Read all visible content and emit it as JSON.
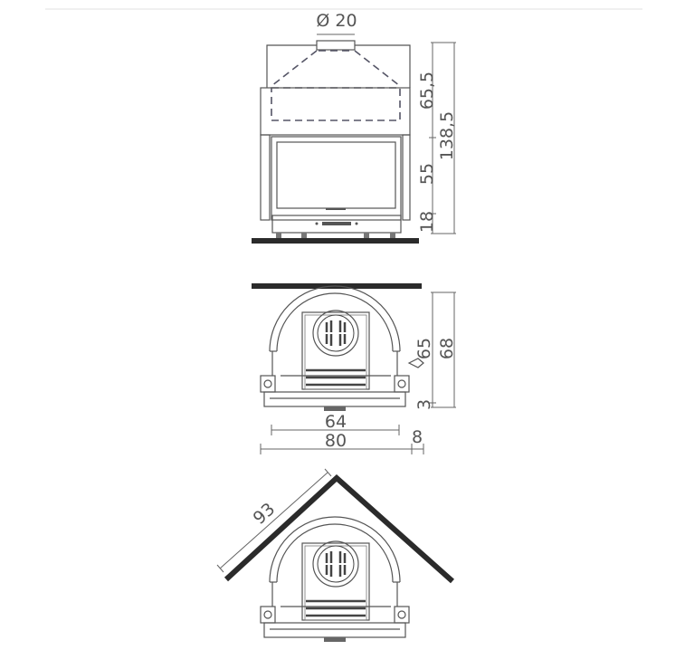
{
  "title": "Fireplace insert dimension drawing",
  "front_view": {
    "flue_diameter": "Ø 20",
    "dims": {
      "hood": "65,5",
      "total_height": "138,5",
      "door": "55",
      "base": "18"
    }
  },
  "top_view": {
    "dims": {
      "inner_width": "64",
      "outer_width": "80",
      "side": "8",
      "depth": "68",
      "offset": "65",
      "gap": "3"
    }
  },
  "corner_view": {
    "dims": {
      "diagonal": "93"
    }
  },
  "colors": {
    "line": "#555555",
    "wall": "#2b2b2b"
  }
}
